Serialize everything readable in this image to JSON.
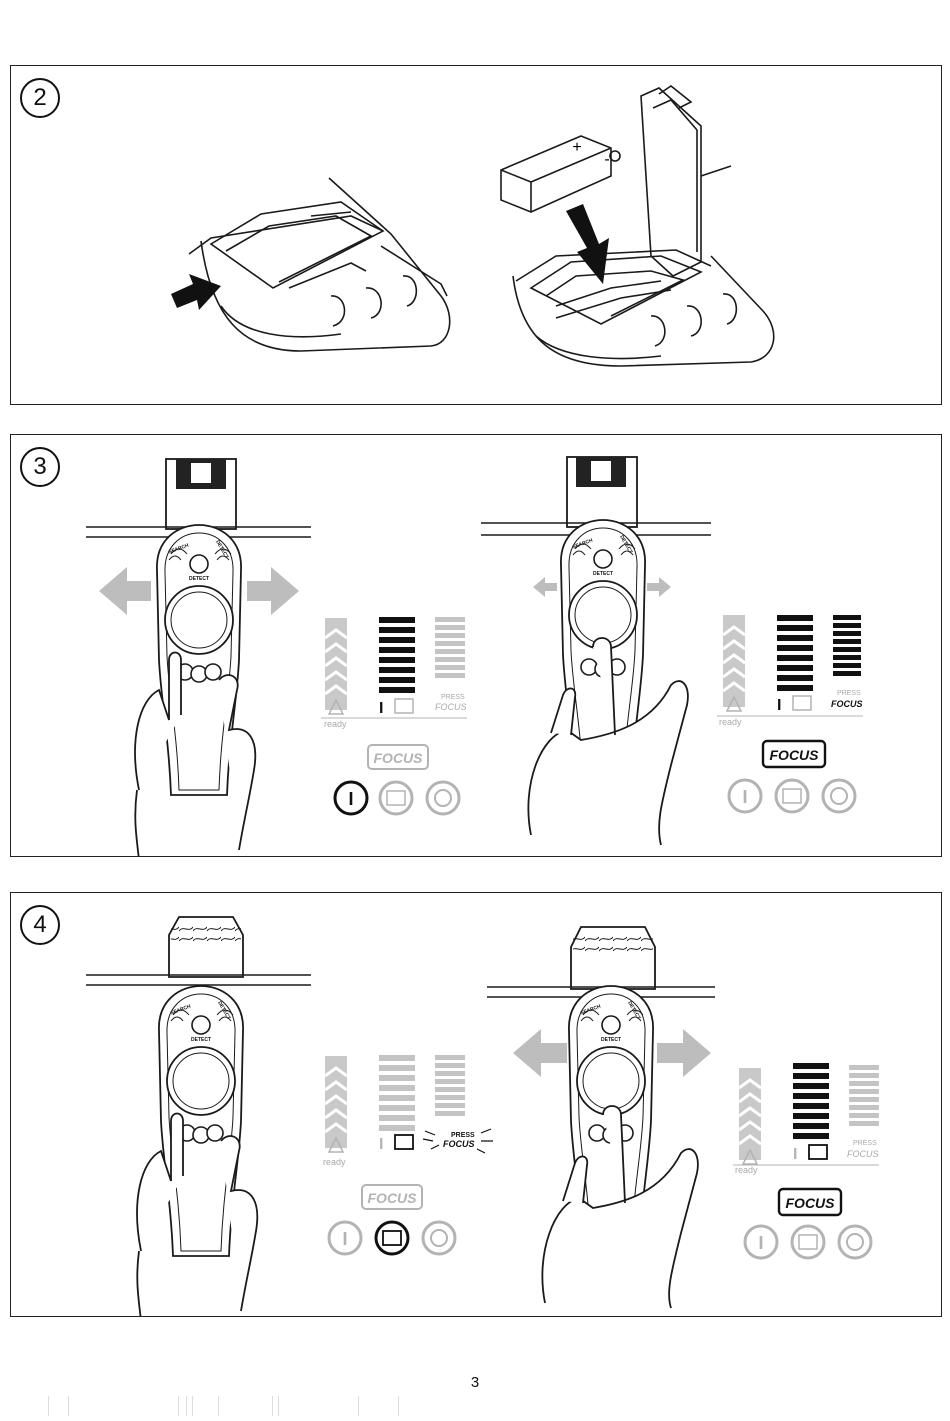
{
  "page": {
    "number": "3"
  },
  "steps": [
    {
      "number": "2"
    },
    {
      "number": "3"
    },
    {
      "number": "4"
    }
  ],
  "device": {
    "search_label": "SEARCH",
    "detect_label": "DETECT",
    "brand_label": "DETECT"
  },
  "display": {
    "ready_label": "ready",
    "press_label": "PRESS",
    "focus_small_label": "FOCUS"
  },
  "buttons": {
    "focus_label": "FOCUS"
  },
  "battery": {
    "symbols": [
      "+",
      "-"
    ]
  },
  "colors": {
    "line": "#1a1a1a",
    "active": "#111111",
    "inactive": "#b3b3b3"
  }
}
